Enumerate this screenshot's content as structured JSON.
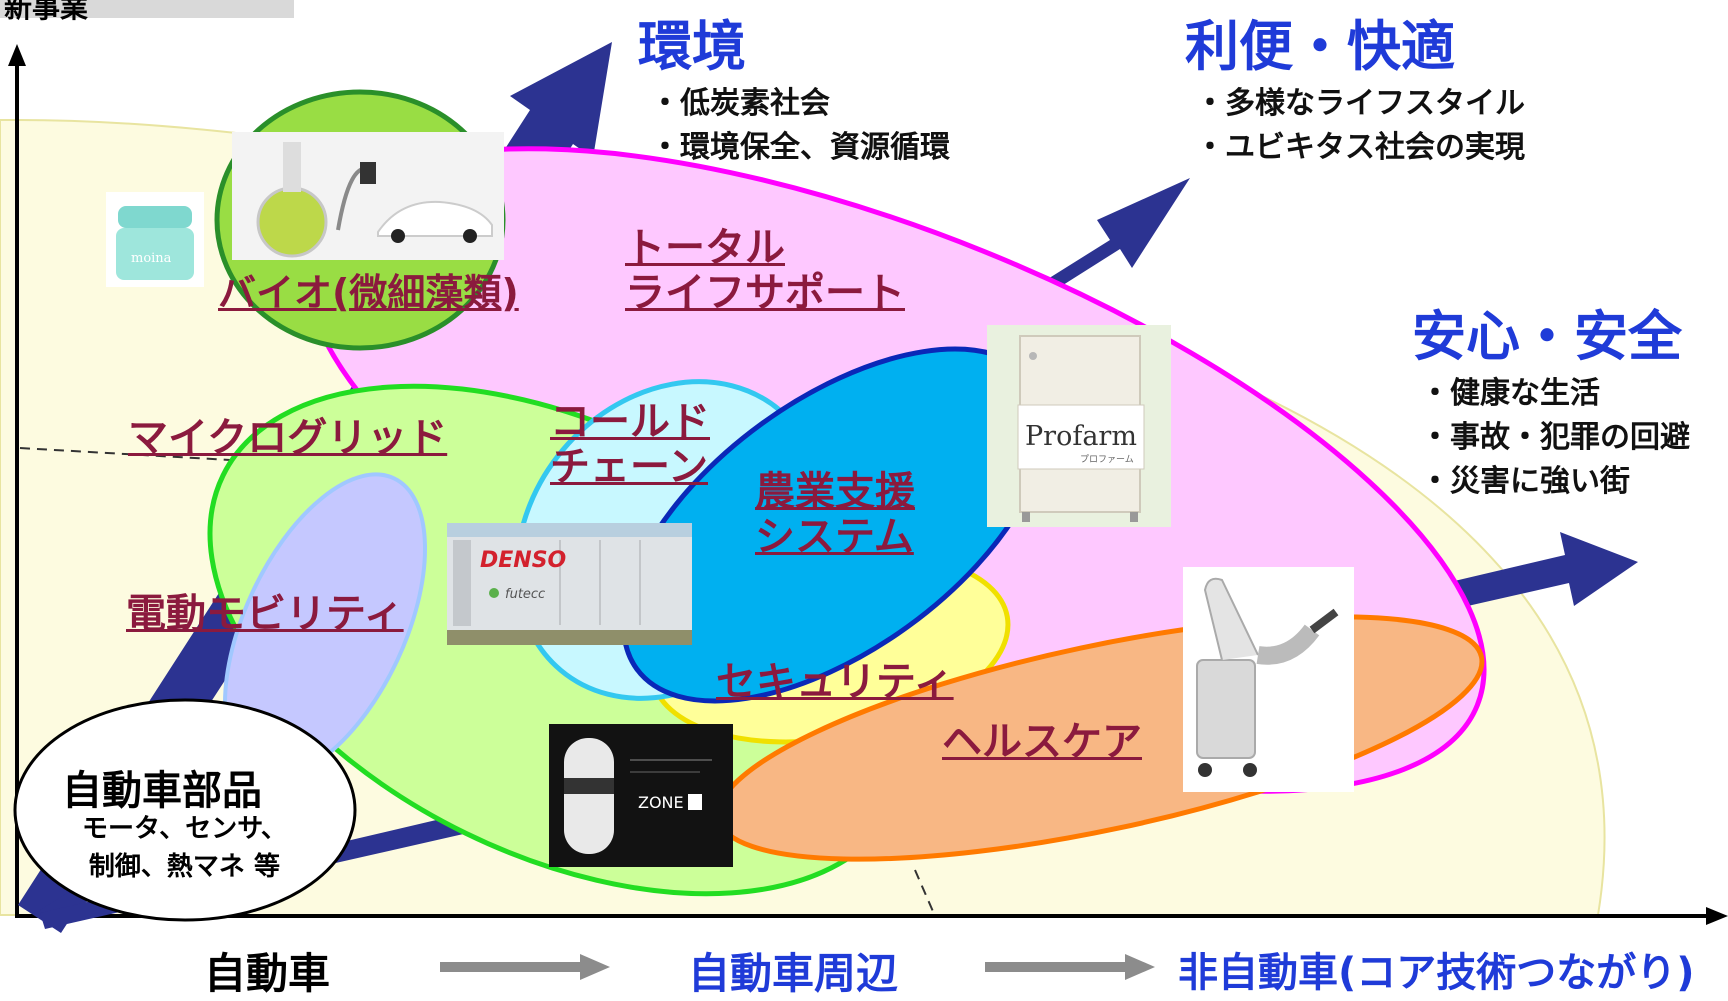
{
  "header_tab": "新事業",
  "themes": {
    "environment": {
      "title": "環境",
      "items": [
        "・低炭素社会",
        "・環境保全、資源循環"
      ]
    },
    "convenience": {
      "title": "利便・快適",
      "items": [
        "・多様なライフスタイル",
        "・ユビキタス社会の実現"
      ]
    },
    "safety": {
      "title": "安心・安全",
      "items": [
        "・健康な生活",
        "・事故・犯罪の回避",
        "・災害に強い街"
      ]
    }
  },
  "topics": {
    "bio": "バイオ(微細藻類)",
    "total_life_support": [
      "トータル",
      "ライフサポート"
    ],
    "microgrid": "マイクログリッド",
    "cold_chain": [
      "コールド",
      "チェーン"
    ],
    "agri_support": [
      "農業支援",
      "システム"
    ],
    "e_mobility": "電動モビリティ",
    "security": "セキュリティ",
    "healthcare": "ヘルスケア"
  },
  "core": {
    "title": "自動車部品",
    "lines": [
      "モータ、センサ、",
      "制御、熱マネ 等"
    ]
  },
  "axis": {
    "stage1": "自動車",
    "stage2": "自動車周辺",
    "stage3": "非自動車(コア技術つながり)"
  },
  "photo_labels": {
    "moina": "moina",
    "denso": "DENSO",
    "futecc": "futecc",
    "profarm": "Profarm",
    "profarm_sub": "プロファーム",
    "zone": "ZONE"
  },
  "colors": {
    "theme_blue": "#1f3bd8",
    "arrow_navy": "#2c3391",
    "topic_maroon": "#8b1a3e",
    "pink": "#fec8ff",
    "green": "#ccff99",
    "orange": "#f8b784",
    "blue": "#00b0f0"
  }
}
